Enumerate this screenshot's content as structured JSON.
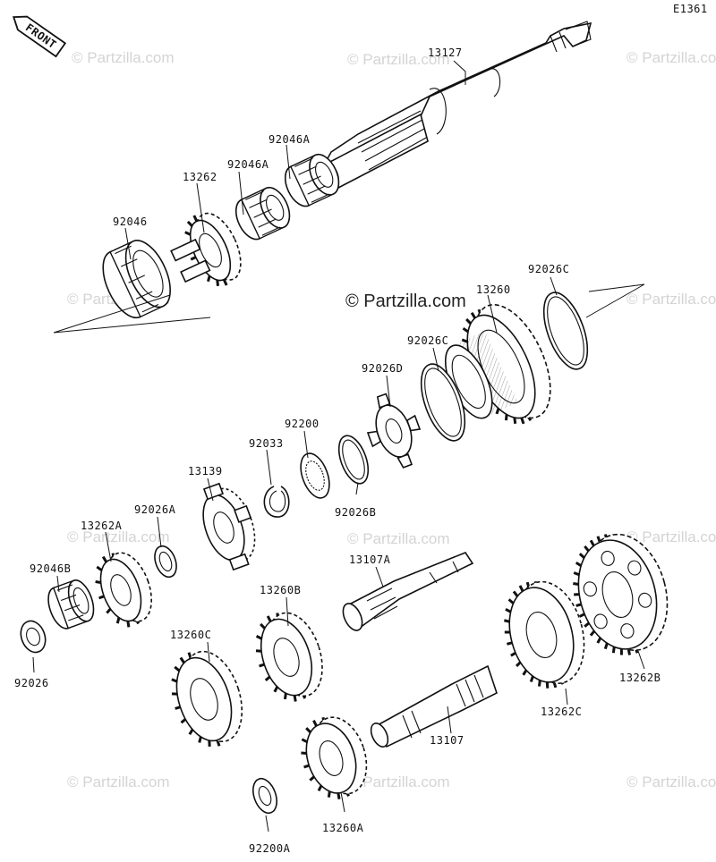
{
  "diagram_id": "E1361",
  "front_label": "FRONT",
  "watermark_text": "© Partzilla.com",
  "watermark_main": "© Partzilla.com",
  "parts": {
    "p13127": "13127",
    "p92046A_1": "92046A",
    "p92046A_2": "92046A",
    "p13262": "13262",
    "p92046": "92046",
    "p92026C_1": "92026C",
    "p13260": "13260",
    "p92026C_2": "92026C",
    "p92026D": "92026D",
    "p92200": "92200",
    "p92033": "92033",
    "p13139": "13139",
    "p92026B": "92026B",
    "p92026A": "92026A",
    "p13262A": "13262A",
    "p92046B": "92046B",
    "p92026": "92026",
    "p13107A": "13107A",
    "p13260B": "13260B",
    "p13260C": "13260C",
    "p13262C": "13262C",
    "p13262B": "13262B",
    "p13107": "13107",
    "p13260A": "13260A",
    "p92200A": "92200A"
  },
  "colors": {
    "line": "#111111",
    "watermark": "#d4d4d4",
    "background": "#ffffff"
  }
}
